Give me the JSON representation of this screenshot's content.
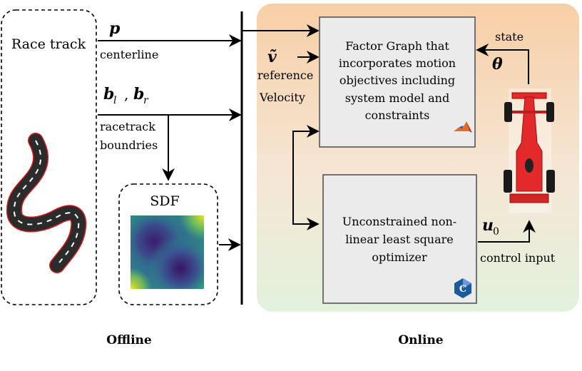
{
  "offline": {
    "race_track_title": "Race track",
    "p_symbol": "p",
    "centerline_label": "centerline",
    "b_l_symbol": "b",
    "b_l_sub": "l",
    "b_sep": ",",
    "b_r_symbol": "b",
    "b_r_sub": "r",
    "racetrack_label_1": "racetrack",
    "racetrack_label_2": "boundries",
    "sdf_title": "SDF",
    "section_label": "Offline"
  },
  "online": {
    "v_symbol": "ṽ",
    "reference_label": "reference",
    "velocity_label": "Velocity",
    "factor_graph_lines": [
      "Factor Graph that",
      "incorporates motion",
      "objectives including",
      "system model and",
      "constraints"
    ],
    "state_label": "state",
    "theta_symbol": "θ",
    "optimizer_lines": [
      "Unconstrained non-",
      "linear least square",
      "optimizer"
    ],
    "u_symbol": "u",
    "u_sub": "0",
    "control_input_label": "control input",
    "section_label": "Online"
  },
  "colors": {
    "online_top": "#f7cfa6",
    "online_bottom": "#e5f3e0",
    "box_fill": "#ebebeb",
    "box_stroke": "#555555",
    "car_red": "#e32a2a",
    "track_dark": "#2b2b2b",
    "track_edge": "#d81b1b"
  },
  "icons": {
    "matlab": "matlab-logo-icon",
    "cpp": "cpp-logo-icon",
    "car": "race-car-icon",
    "track": "race-track-icon",
    "sdf": "sdf-heatmap-icon"
  }
}
